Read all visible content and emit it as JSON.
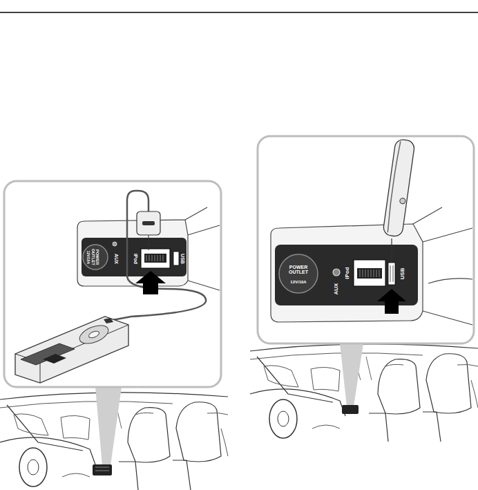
{
  "diagram": {
    "labels": [
      "POWER OUTLET",
      "12V/10A",
      "AUX",
      "iPod",
      "USB",
      "POWER OUTLET",
      "12V/10A",
      "AUX",
      "iPod",
      "USB"
    ]
  }
}
